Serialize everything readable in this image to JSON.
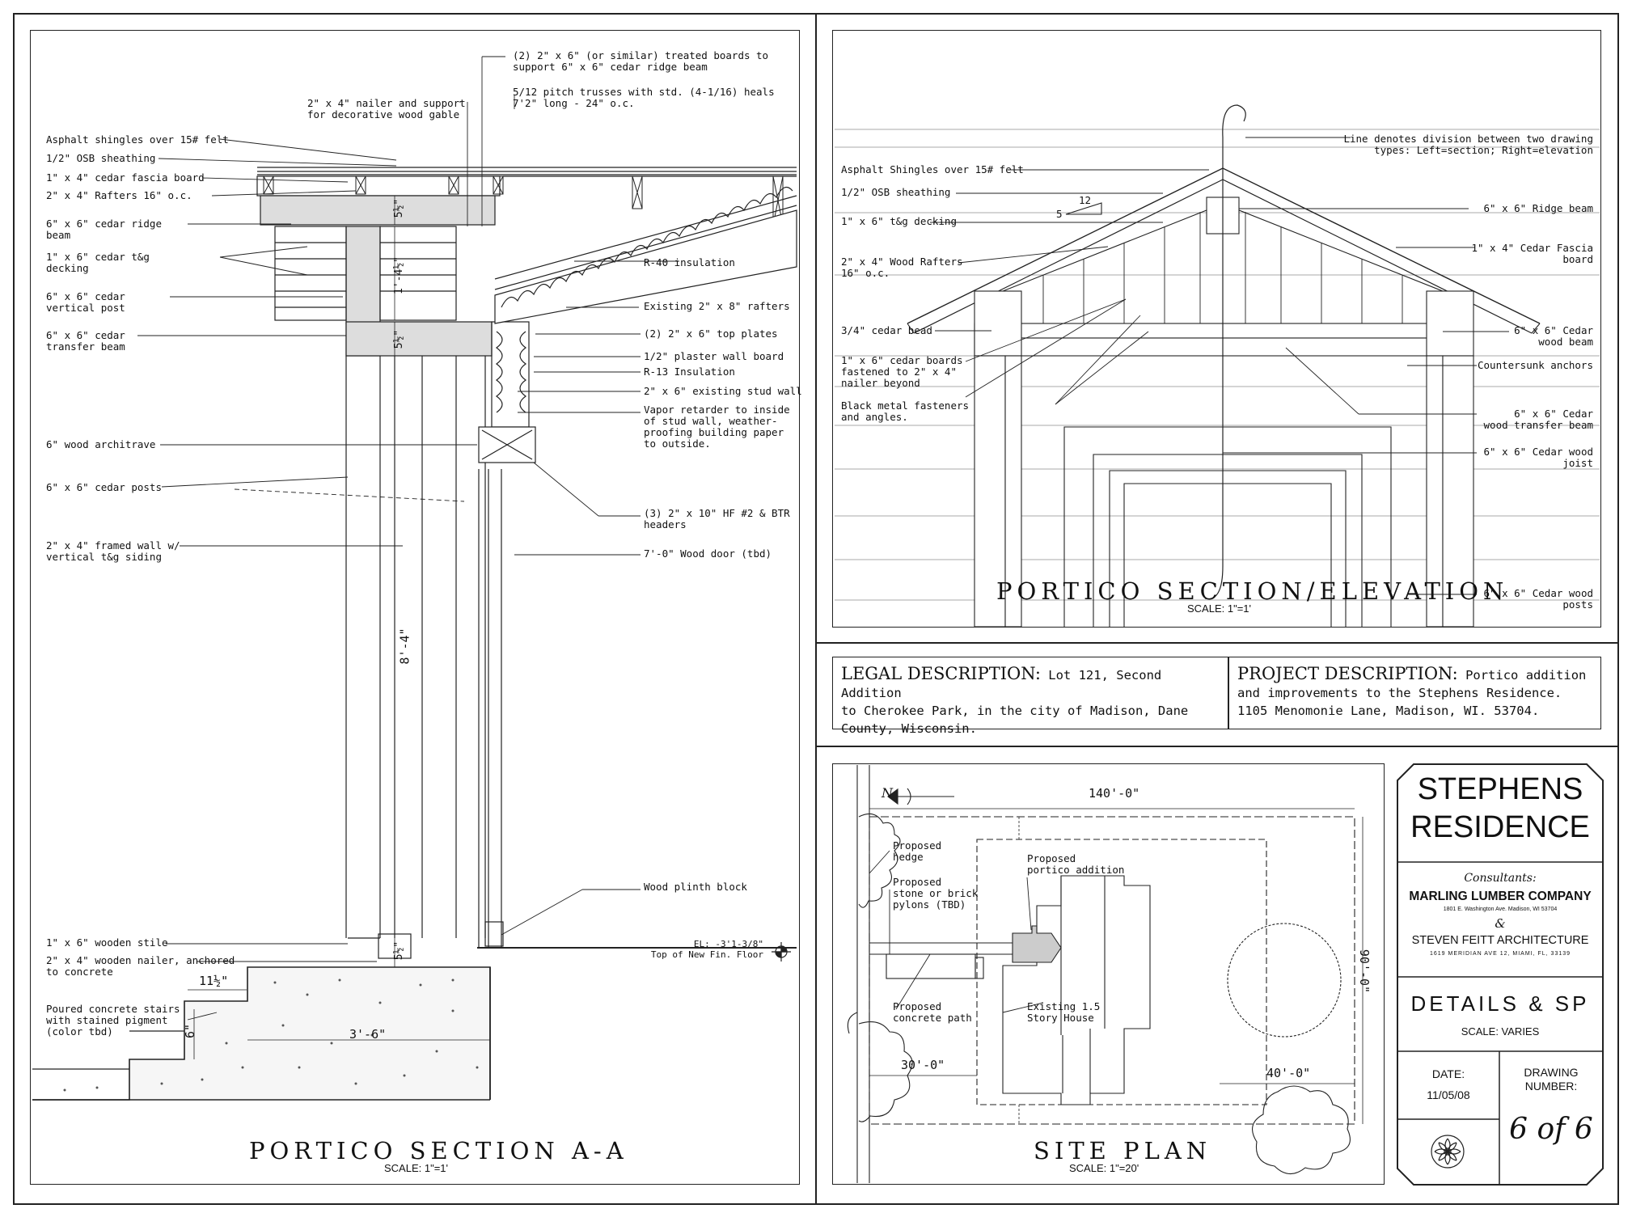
{
  "section_aa": {
    "title": "PORTICO SECTION A-A",
    "scale": "SCALE: 1\"=1'",
    "labels": {
      "treated_boards": "(2) 2\" x 6\" (or similar) treated boards to\nsupport 6\" x 6\" cedar ridge beam",
      "pitch_trusses": "5/12 pitch trusses with std. (4-1/16) heals\n7'2\" long - 24\" o.c.",
      "nailer_support": "2\" x 4\" nailer and support\nfor decorative wood gable",
      "asphalt": "Asphalt shingles over 15# felt",
      "osb": "1/2\" OSB sheathing",
      "fascia": "1\" x 4\" cedar fascia board",
      "rafters": "2\" x 4\" Rafters 16\" o.c.",
      "ridge_beam": "6\" x 6\" cedar ridge\nbeam",
      "decking": "1\" x 6\" cedar t&g\ndecking",
      "vertical_post": "6\" x 6\" cedar\nvertical post",
      "transfer_beam": "6\" x 6\" cedar\ntransfer beam",
      "architrave": "6\" wood architrave",
      "cedar_posts": "6\" x 6\" cedar posts",
      "framed_wall": "2\" x 4\" framed wall w/\nvertical t&g siding",
      "r40": "R-40 insulation",
      "existing_rafters": "Existing 2\" x 8\" rafters",
      "top_plates": "(2) 2\" x 6\" top plates",
      "plaster": "1/2\" plaster wall board",
      "r13": "R-13 Insulation",
      "stud_wall": "2\" x 6\" existing stud wall",
      "vapor": "Vapor retarder to inside\nof stud wall, weather-\nproofing building paper\nto outside.",
      "headers": "(3) 2\" x 10\" HF #2 & BTR\nheaders",
      "door": "7'-0\" Wood door (tbd)",
      "plinth": "Wood plinth block",
      "el": "EL: -3'1-3/8\"\nTop of New Fin. Floor",
      "stile": "1\" x 6\" wooden stile",
      "nailer_concrete": "2\" x 4\" wooden nailer, anchored\nto concrete",
      "concrete_stairs": "Poured concrete stairs\nwith stained pigment\n(color tbd)"
    },
    "dims": {
      "d_5half_a": "5½\"",
      "d_1_4half": "1'-4½\"",
      "d_5half_b": "5½\"",
      "d_8_4": "8'-4\"",
      "d_5half_c": "5½\"",
      "d_11half": "11½\"",
      "d_6": "6\"",
      "d_3_6": "3'-6\""
    }
  },
  "elevation": {
    "title": "PORTICO SECTION/ELEVATION",
    "scale": "SCALE: 1\"=1'",
    "labels": {
      "division": "Line denotes division between two drawing\ntypes: Left=section; Right=elevation",
      "asphalt": "Asphalt Shingles over 15# felt",
      "osb": "1/2\" OSB sheathing",
      "decking": "1\" x 6\" t&g decking",
      "rafters": "2\" x 4\" Wood Rafters\n16\" o.c.",
      "bead": "3/4\" cedar bead",
      "boards": "1\" x 6\" cedar boards\nfastened to 2\" x 4\"\nnailer beyond",
      "fasteners": "Black metal fasteners\nand angles.",
      "ridge": "6\" x 6\" Ridge beam",
      "fascia": "1\" x 4\" Cedar Fascia\nboard",
      "wood_beam": "6\" x 6\" Cedar\nwood beam",
      "anchors": "Countersunk anchors",
      "transfer": "6\" x 6\" Cedar\nwood transfer beam",
      "joist": "6\" x 6\" Cedar wood\njoist",
      "posts": "6\" x 6\" Cedar wood\nposts",
      "pitch_run": "12",
      "pitch_rise": "5"
    }
  },
  "legal": {
    "legal_head": "LEGAL DESCRIPTION:",
    "legal_text_1": " Lot 121, Second Addition",
    "legal_text_2": "to Cherokee Park, in the city of Madison, Dane",
    "legal_text_3": "County, Wisconsin.",
    "project_head": "PROJECT DESCRIPTION:",
    "project_text_1": " Portico addition",
    "project_text_2": "and  improvements to the Stephens Residence.",
    "project_text_3": "1105 Menomonie Lane, Madison, WI. 53704."
  },
  "site_plan": {
    "title": "SITE PLAN",
    "scale": "SCALE: 1\"=20'",
    "north": "N",
    "dims": {
      "width": "140'-0\"",
      "depth": "90'-0\"",
      "setback_left": "30'-0\"",
      "setback_right": "40'-0\""
    },
    "labels": {
      "hedge": "Proposed\nhedge",
      "pylons": "Proposed\nstone or brick\npylons (TBD)",
      "portico": "Proposed\nportico addition",
      "path": "Proposed\nconcrete path",
      "house": "Existing 1.5\nStory House"
    }
  },
  "title_block": {
    "project_line1": "STEPHENS",
    "project_line2": "RESIDENCE",
    "consultants": "Consultants:",
    "firm1": "MARLING LUMBER COMPANY",
    "firm1_addr": "1801 E. Washington Ave.  Madison,  WI 53704",
    "amp": "&",
    "firm2": "STEVEN FEITT ARCHITECTURE",
    "firm2_addr": "1619 MERIDIAN AVE 12, MIAMI, FL, 33139",
    "sheet_title": "DETAILS & SP",
    "sheet_scale": "SCALE: VARIES",
    "date_label": "DATE:",
    "date": "11/05/08",
    "drawing_label": "DRAWING\nNUMBER:",
    "drawing_number": "6 of 6"
  }
}
